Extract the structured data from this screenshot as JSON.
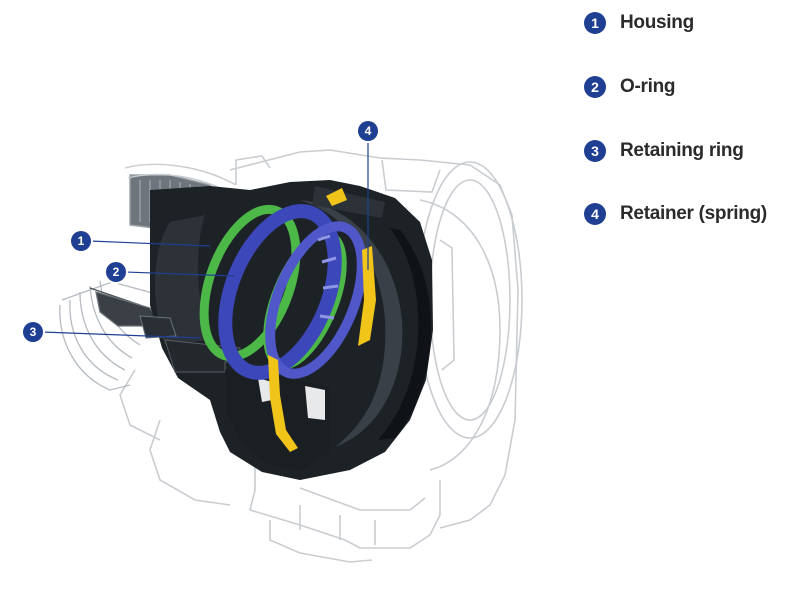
{
  "colors": {
    "badge": "#1f3f93",
    "callout_line": "#1f3f93",
    "housing": "#1d2227",
    "oring": "#4cb848",
    "retaining_ring": "#3c47b9",
    "retainer_spring": "#f0c419",
    "outline": "#c9cdd1"
  },
  "legend": [
    {
      "number": "1",
      "label": "Housing",
      "icon": "number-badge"
    },
    {
      "number": "2",
      "label": "O-ring",
      "icon": "number-badge"
    },
    {
      "number": "3",
      "label": "Retaining ring",
      "icon": "number-badge"
    },
    {
      "number": "4",
      "label": "Retainer (spring)",
      "icon": "number-badge"
    }
  ],
  "callouts": [
    {
      "number": "1"
    },
    {
      "number": "2"
    },
    {
      "number": "3"
    },
    {
      "number": "4"
    }
  ]
}
